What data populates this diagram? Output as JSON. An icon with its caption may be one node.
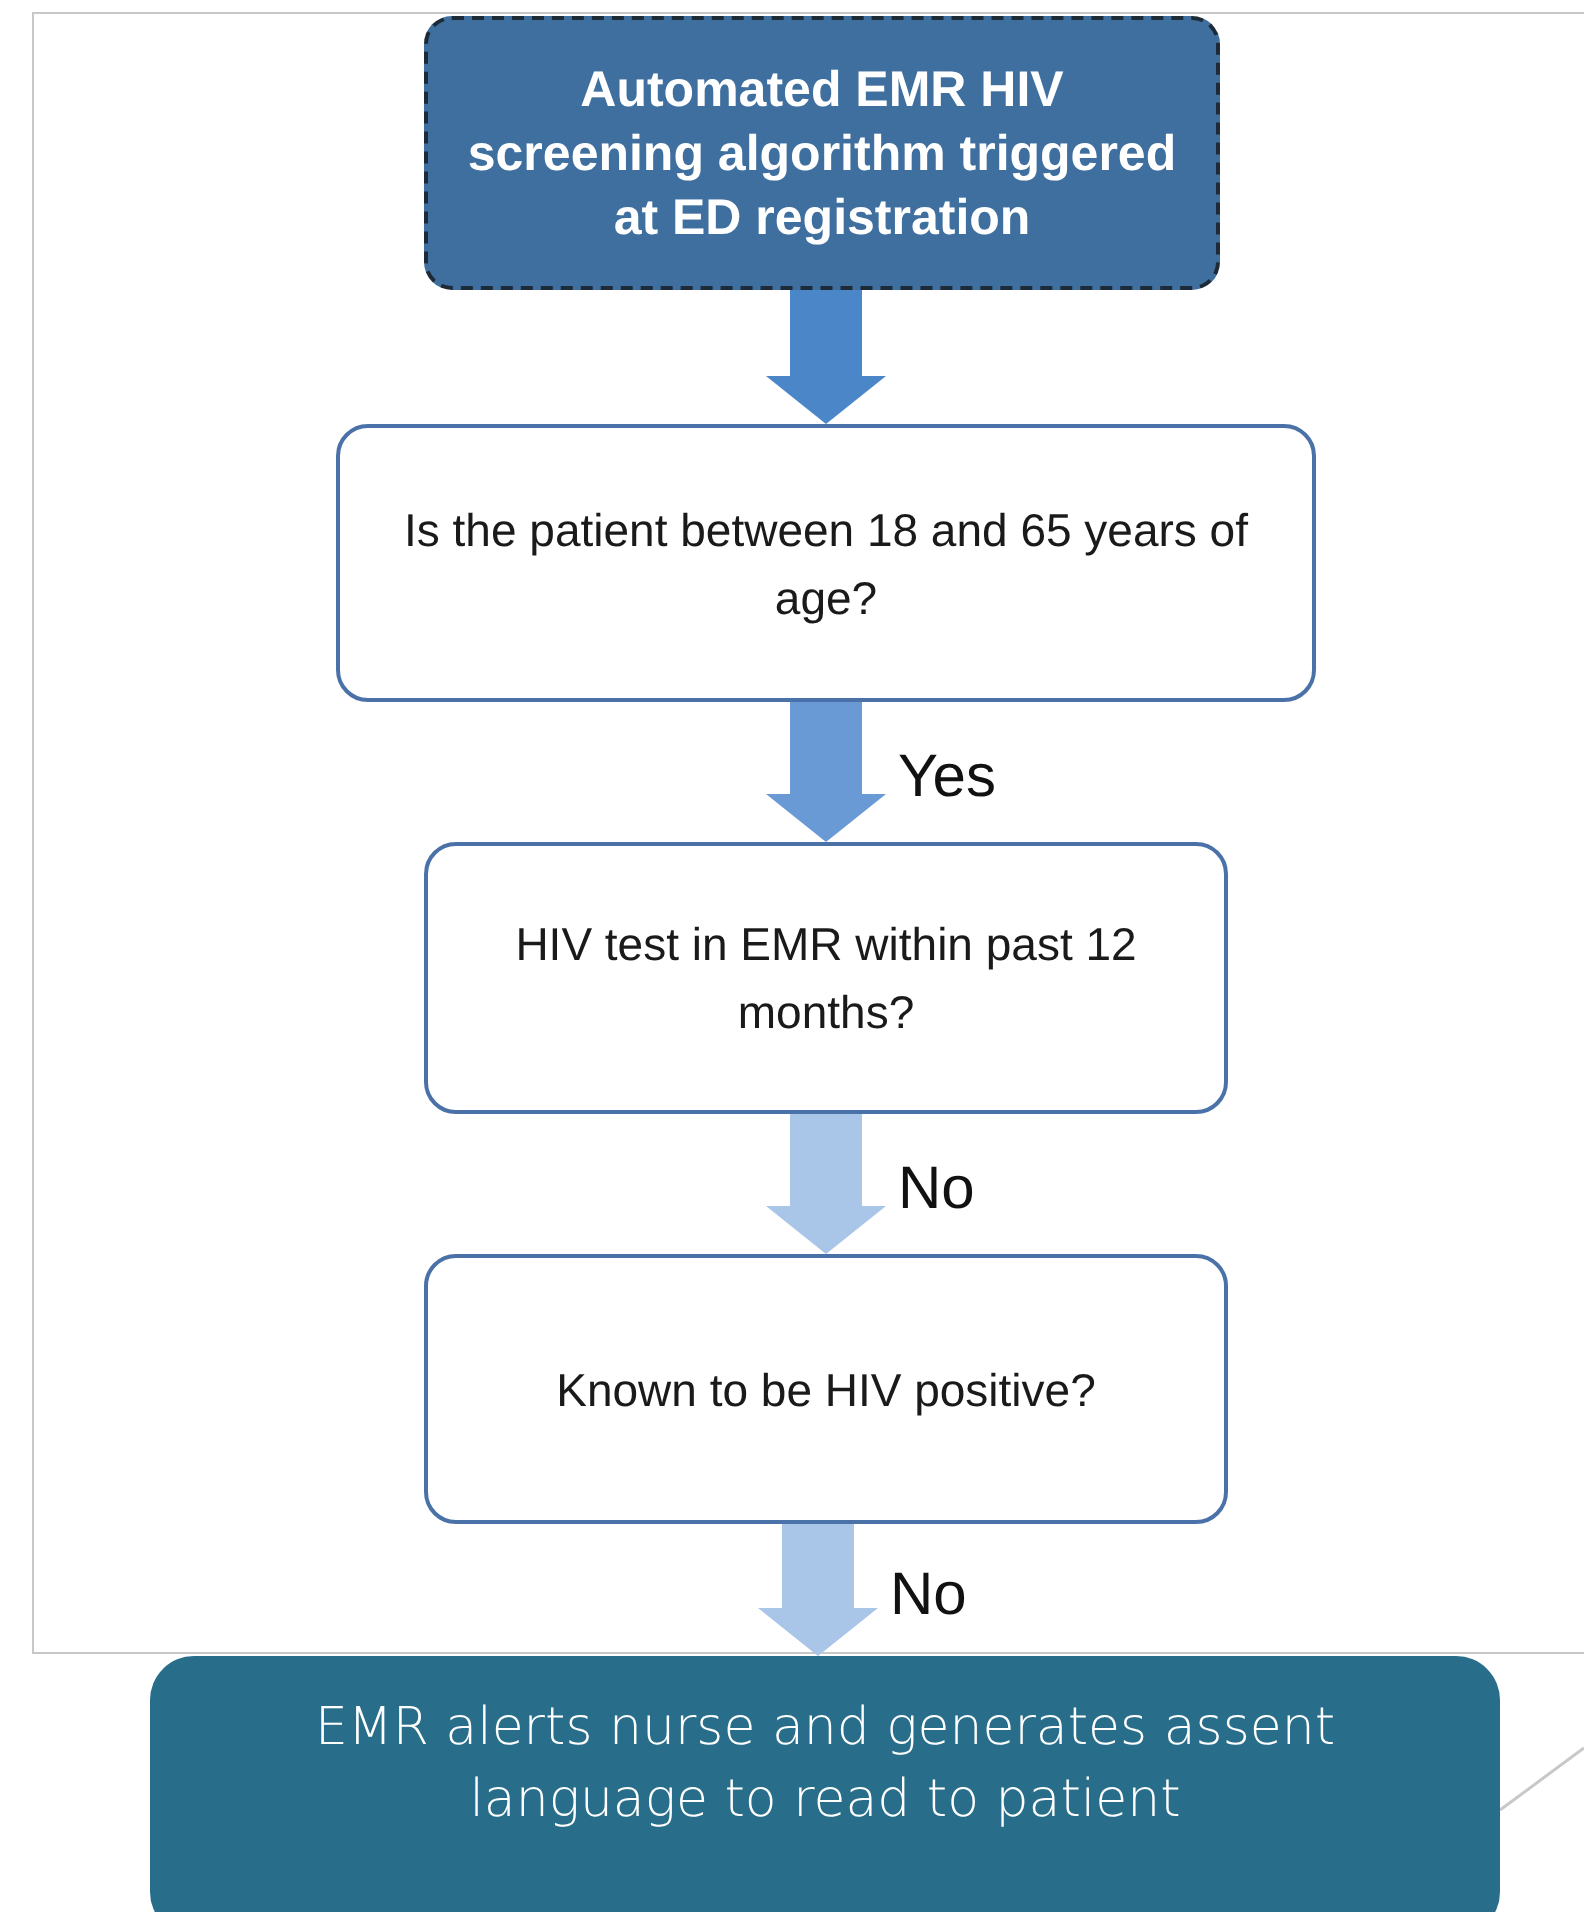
{
  "diagram": {
    "nodes": [
      {
        "text": [
          "Automated EMR HIV screening algorithm triggered at ED registration"
        ]
      },
      {
        "text": [
          "Is the patient between 18 and 65 years of age?"
        ]
      },
      {
        "text": [
          "HIV test in EMR within past 12 months?"
        ]
      },
      {
        "text": [
          "Known to be HIV positive?"
        ]
      },
      {
        "text": [
          "EMR alerts nurse and generates assent language to read to patient"
        ]
      }
    ],
    "edges": [
      {
        "from": 0,
        "to": 1,
        "arrow": "to",
        "color": "#4a86c8"
      },
      {
        "from": 1,
        "to": 2,
        "arrow": "to",
        "label": "Yes",
        "color": "#6a9ad6"
      },
      {
        "from": 2,
        "to": 3,
        "arrow": "to",
        "label": "No"
      },
      {
        "from": 3,
        "to": 4,
        "arrow": "to",
        "label": "No"
      }
    ]
  }
}
